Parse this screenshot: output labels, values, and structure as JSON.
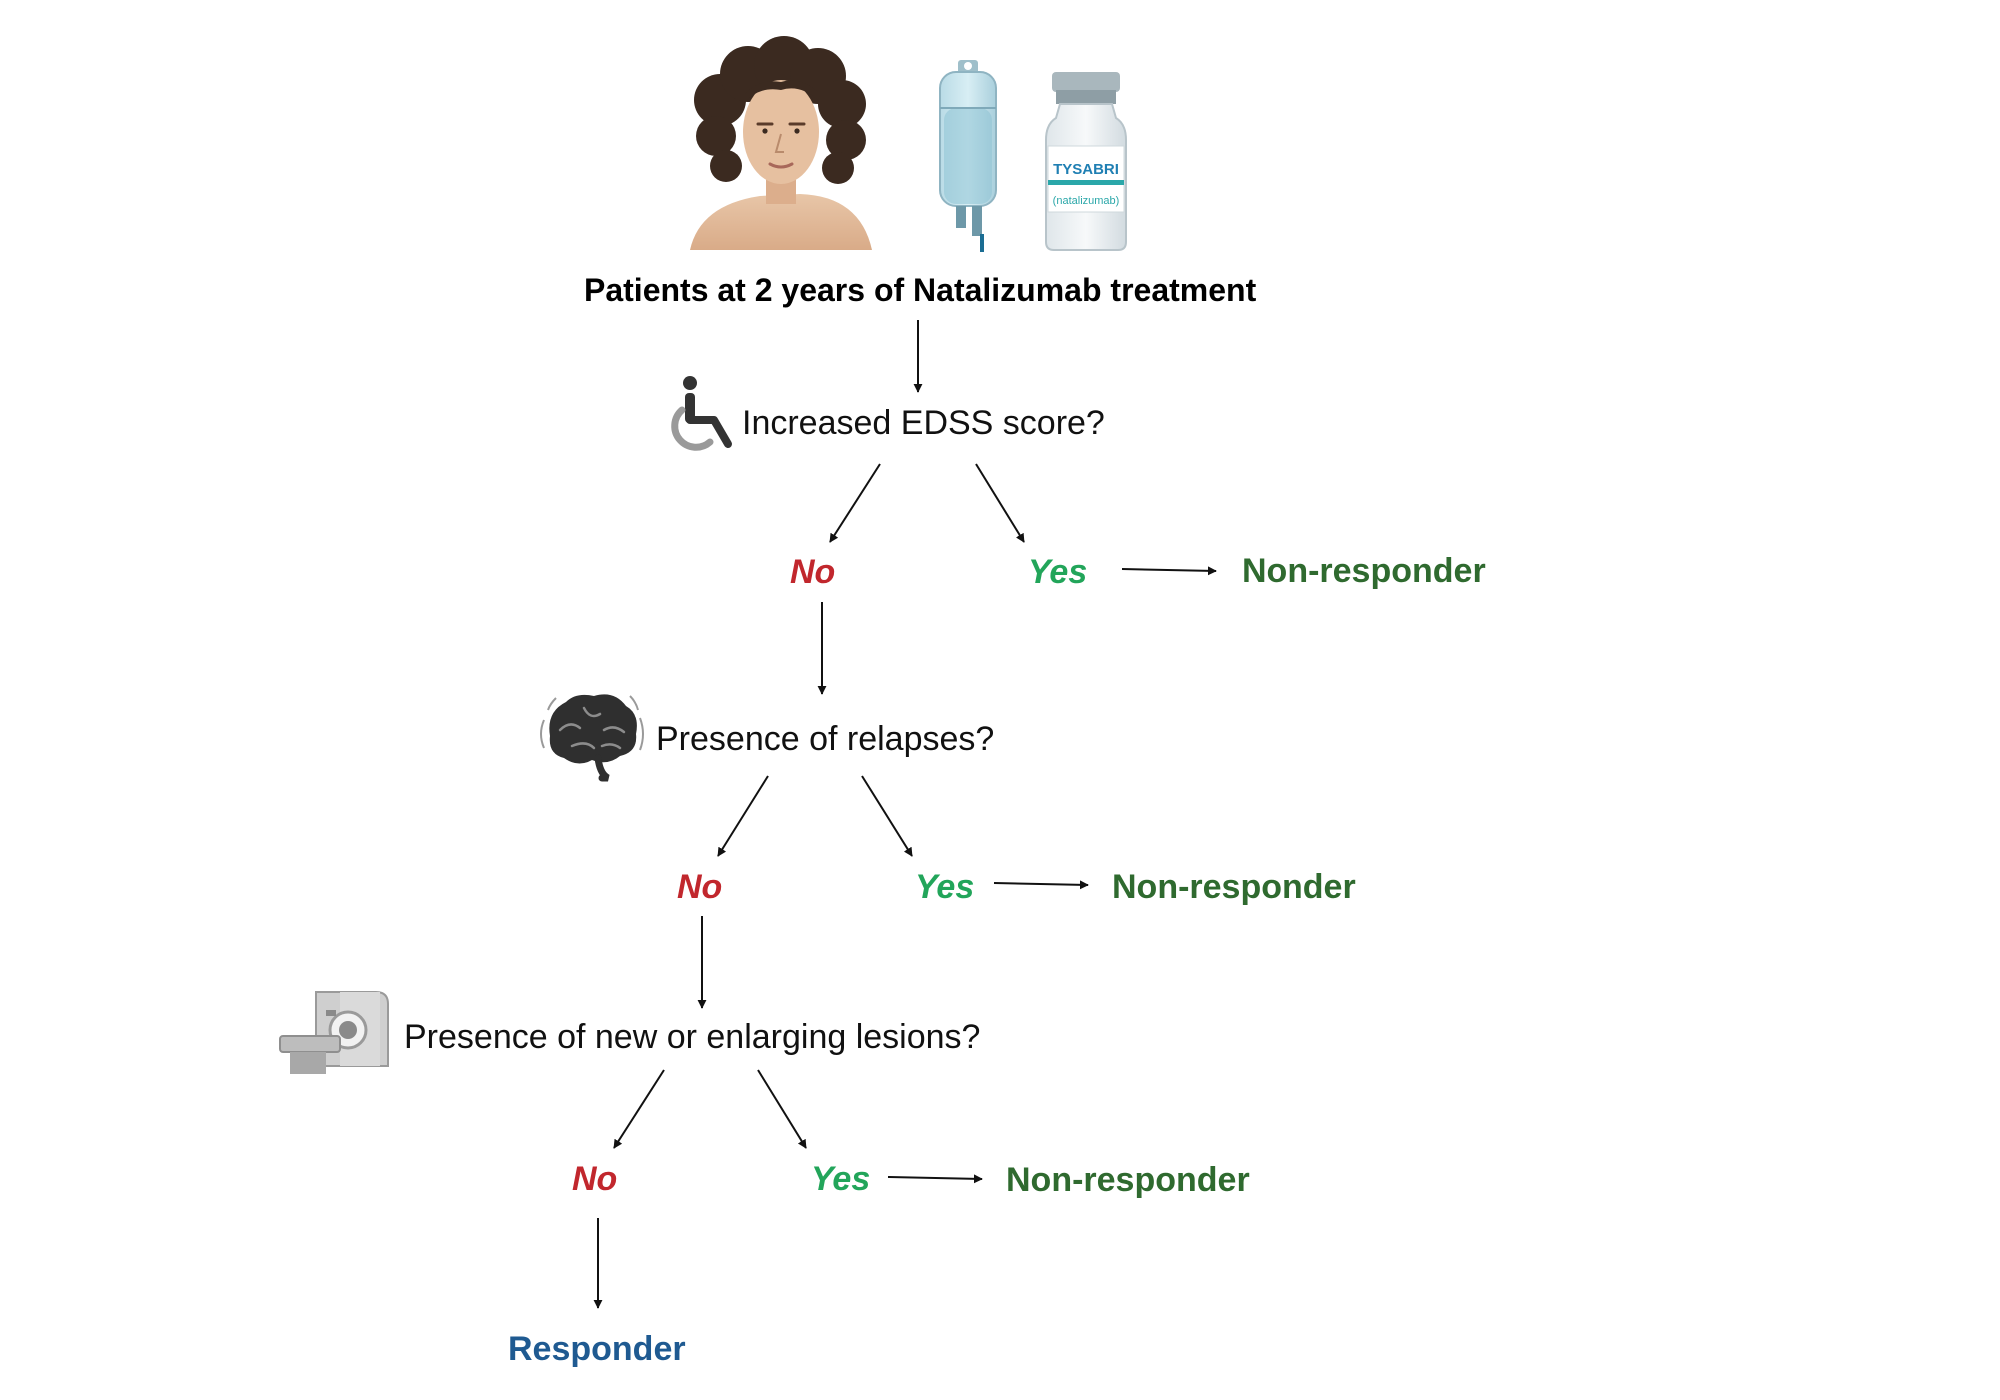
{
  "title": "Patients at 2 years of Natalizumab treatment",
  "vial": {
    "brand": "TYSABRI",
    "generic": "(natalizumab)"
  },
  "questions": [
    {
      "text": "Increased EDSS score?",
      "icon": "wheelchair-icon",
      "no": "No",
      "yes": "Yes",
      "yes_outcome": "Non-responder"
    },
    {
      "text": "Presence of relapses?",
      "icon": "brain-icon",
      "no": "No",
      "yes": "Yes",
      "yes_outcome": "Non-responder"
    },
    {
      "text": "Presence of new or enlarging lesions?",
      "icon": "mri-scanner-icon",
      "no": "No",
      "yes": "Yes",
      "yes_outcome": "Non-responder"
    }
  ],
  "final_outcome": "Responder",
  "colors": {
    "no": "#c1272d",
    "yes": "#22a55a",
    "non_responder": "#2f6a2f",
    "responder": "#1f5a91"
  },
  "illustrations": [
    "patient-portrait-icon",
    "iv-bag-icon",
    "vial-icon"
  ]
}
